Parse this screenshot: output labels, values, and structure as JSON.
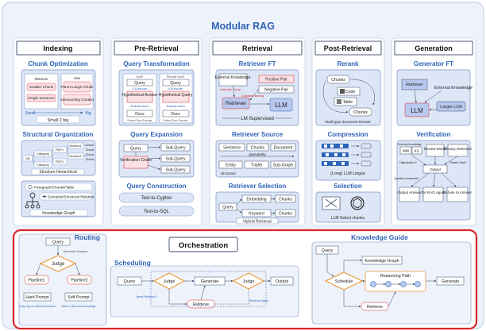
{
  "title": "Modular RAG",
  "columns": {
    "indexing": {
      "header": "Indexing",
      "chunk_opt": {
        "title": "Chunk Optimization",
        "items": [
          "Retrieve",
          "Smaller Chunk",
          "Single Sentence",
          "Use",
          "Parent Large Chunk",
          "Surrounding Context"
        ],
        "axis_small": "Small",
        "axis_big": "Big",
        "caption": "Small 2 big"
      },
      "struct_org": {
        "title": "Structural Organization",
        "nodes": [
          "KB",
          "Category",
          "Category",
          "PDF1",
          "PDF2",
          "Section1",
          "Section2",
          "Chunk",
          "Chunk",
          "Chunk",
          "Chunk"
        ],
        "caption": "Structure hierarchical",
        "legend1": "Paragraph/Chunks/Table",
        "legend2": "Semantic/Structural Relation",
        "kg_caption": "Knowledge Graph"
      }
    },
    "pre_retrieval": {
      "header": "Pre-Retrieval",
      "query_transform": {
        "title": "Query Transformation",
        "left": [
          "Query",
          "Hypothetical Answer",
          "Docs"
        ],
        "right": [
          "Query",
          "Hypothetical Query",
          "Docs"
        ],
        "small_labels": [
          "HyDE",
          "Reverse HyDE",
          "LLM-encoder",
          "LLM-encoder",
          "Similarity search",
          "Similarity search",
          "Embed Docs Encoder",
          "Embed Docs Encoder"
        ]
      },
      "query_expansion": {
        "title": "Query Expansion",
        "query": "Query",
        "chain": "Verification Chain",
        "subs": [
          "Sub-Query",
          "Sub-Query",
          "Sub-Query"
        ]
      },
      "query_construction": {
        "title": "Query Construction",
        "items": [
          "Text-to-Cypher",
          "Text-to-SQL"
        ]
      }
    },
    "retrieval": {
      "header": "Retrieval",
      "retriever_ft": {
        "title": "Retriever FT",
        "items": [
          "External Knowledge",
          "Positive Pair",
          "Negative Pair",
          "Retriever",
          "LLM"
        ],
        "small_labels": [
          "Instruction Tuning",
          "Contrastive learning"
        ],
        "caption": "LM-Supervised"
      },
      "retriever_source": {
        "title": "Retriever Source",
        "top": [
          "Sentence",
          "Chunks",
          "Document"
        ],
        "mid": "granularity",
        "bottom": [
          "Entity",
          "Triplet",
          "Sub-Graph"
        ],
        "tag": "structured"
      },
      "retriever_selection": {
        "title": "Retriever Selection",
        "query": "Query",
        "rows": [
          "Embedding",
          "Keyword"
        ],
        "chunks": [
          "Chunks",
          "Chunks"
        ],
        "caption": "Hybrid Retrieval"
      }
    },
    "post_retrieval": {
      "header": "Post-Retrieval",
      "rerank": {
        "title": "Rerank",
        "items": [
          "Chunks",
          "Code",
          "Table",
          "Chunks"
        ],
        "caption": "Multi-type document Rerank"
      },
      "compression": {
        "title": "Compression",
        "caption": "(Long) LLM Lingua"
      },
      "selection": {
        "title": "Selection",
        "caption": "LLM Select chunks"
      }
    },
    "generation": {
      "header": "Generation",
      "generator_ft": {
        "title": "Generator FT",
        "items": [
          "Retriever",
          "External Knowledge",
          "LLM",
          "Larger LLM"
        ]
      },
      "verification": {
        "title": "Verification",
        "small_labels": [
          "External Knowledge",
          "Hallucination?",
          "Private Data?",
          "Question Answered?"
        ],
        "items": [
          "Wiki",
          "KG",
          "Review Model",
          "Privacy Detection",
          "Output",
          "Output Answer",
          "Do RAG Again",
          "Refuse to Answer"
        ]
      }
    }
  },
  "orchestration": {
    "title": "Orchestration",
    "routing": {
      "title": "Routing",
      "query": "Query",
      "sem": "Semantic Analysis",
      "judge": "Judge",
      "p1": "Pipeline1",
      "p2": "Pipeline2",
      "hard": "Hard Prompt",
      "soft": "Soft Prompt",
      "hard_note": "Only rely on retrieved chunks",
      "soft_note": "Allow LLMs own knowledge"
    },
    "scheduling": {
      "title": "Scheduling",
      "items": [
        "Query",
        "Judge",
        "Generate",
        "Judge",
        "Output"
      ],
      "retrieve": "Retrieve",
      "notes": [
        "Need Retrieval ?",
        "Retrieval Again"
      ]
    },
    "knowledge_guide": {
      "title": "Knowledge Guide",
      "items": [
        "Query",
        "Knowledge Graph",
        "Schedule",
        "Reasoning Path",
        "Generate",
        "Retrieve"
      ]
    }
  },
  "colors": {
    "accent": "#2e64b8",
    "red": "#d9262b",
    "orange": "#e89a3c",
    "border": "#7d93c7"
  }
}
